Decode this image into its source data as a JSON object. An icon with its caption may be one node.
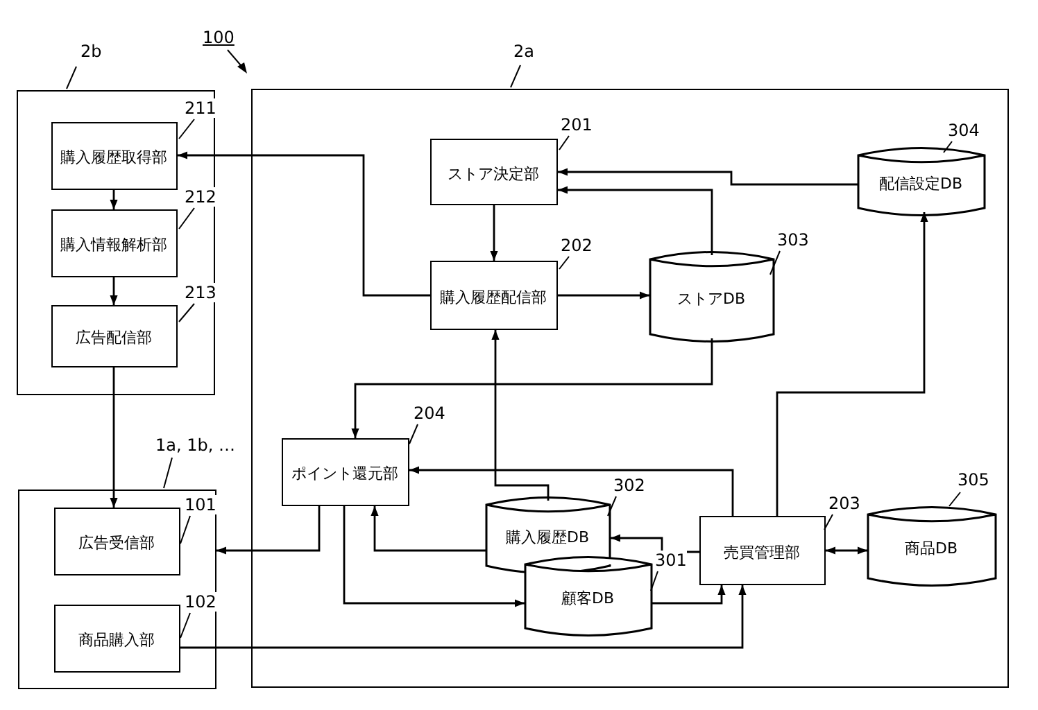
{
  "diagram": {
    "nodes": [
      {
        "text": [],
        "shape": "box",
        "beside": [
          "2b"
        ]
      },
      {
        "text": [
          "購入履歴取得部"
        ],
        "in": 0,
        "beside": [
          "211"
        ]
      },
      {
        "text": [
          "購入情報解析部"
        ],
        "in": 0,
        "beside": [
          "212"
        ]
      },
      {
        "text": [
          "広告配信部"
        ],
        "in": 0,
        "beside": [
          "213"
        ]
      },
      {
        "text": [],
        "shape": "box",
        "beside": [
          "2a"
        ]
      },
      {
        "text": [
          "ストア決定部"
        ],
        "in": 4,
        "beside": [
          "201"
        ]
      },
      {
        "text": [
          "購入履歴配信部"
        ],
        "in": 4,
        "beside": [
          "202"
        ]
      },
      {
        "text": [
          "ストアDB"
        ],
        "in": 4,
        "beside": [
          "303"
        ]
      },
      {
        "text": [
          "配信設定DB"
        ],
        "in": 4,
        "beside": [
          "304"
        ]
      },
      {
        "text": [
          "ポイント還元部"
        ],
        "in": 4,
        "beside": [
          "204"
        ]
      },
      {
        "text": [
          "購入履歴DB"
        ],
        "in": 4,
        "beside": [
          "302"
        ]
      },
      {
        "text": [
          "顧客DB"
        ],
        "in": 4,
        "beside": [
          "301"
        ]
      },
      {
        "text": [
          "売買管理部"
        ],
        "in": 4,
        "beside": [
          "203"
        ]
      },
      {
        "text": [
          "商品DB"
        ],
        "in": 4,
        "beside": [
          "305"
        ]
      },
      {
        "text": [],
        "shape": "box",
        "beside": [
          "1a, 1b, …"
        ]
      },
      {
        "text": [
          "広告受信部"
        ],
        "in": 14,
        "beside": [
          "101"
        ]
      },
      {
        "text": [
          "商品購入部"
        ],
        "in": 14,
        "beside": [
          "102"
        ]
      }
    ],
    "edges": [
      {
        "from": 6,
        "to": 1,
        "arrow": "to"
      },
      {
        "from": 1,
        "to": 2,
        "arrow": "to"
      },
      {
        "from": 2,
        "to": 3,
        "arrow": "to"
      },
      {
        "from": 3,
        "to": 15,
        "arrow": "to"
      },
      {
        "from": 5,
        "to": 6,
        "arrow": "to"
      },
      {
        "from": 6,
        "to": 7,
        "arrow": "to"
      },
      {
        "from": 8,
        "to": 5,
        "arrow": "to"
      },
      {
        "from": 7,
        "to": 5,
        "arrow": "to"
      },
      {
        "from": 7,
        "to": 9,
        "arrow": "to"
      },
      {
        "from": 10,
        "to": 6,
        "arrow": "to"
      },
      {
        "from": 12,
        "to": 9,
        "arrow": "to"
      },
      {
        "from": 12,
        "to": 10,
        "arrow": "to"
      },
      {
        "from": 11,
        "to": 12,
        "arrow": "to"
      },
      {
        "from": 16,
        "to": 12,
        "arrow": "to"
      },
      {
        "from": 12,
        "to": 13,
        "arrow": "both"
      },
      {
        "from": 12,
        "to": 8,
        "arrow": "to"
      },
      {
        "from": 9,
        "to": 14,
        "arrow": "to"
      },
      {
        "from": 9,
        "to": 11,
        "arrow": "to"
      },
      {
        "from": 10,
        "to": 9,
        "arrow": "to"
      }
    ],
    "labels": [
      "100"
    ]
  }
}
